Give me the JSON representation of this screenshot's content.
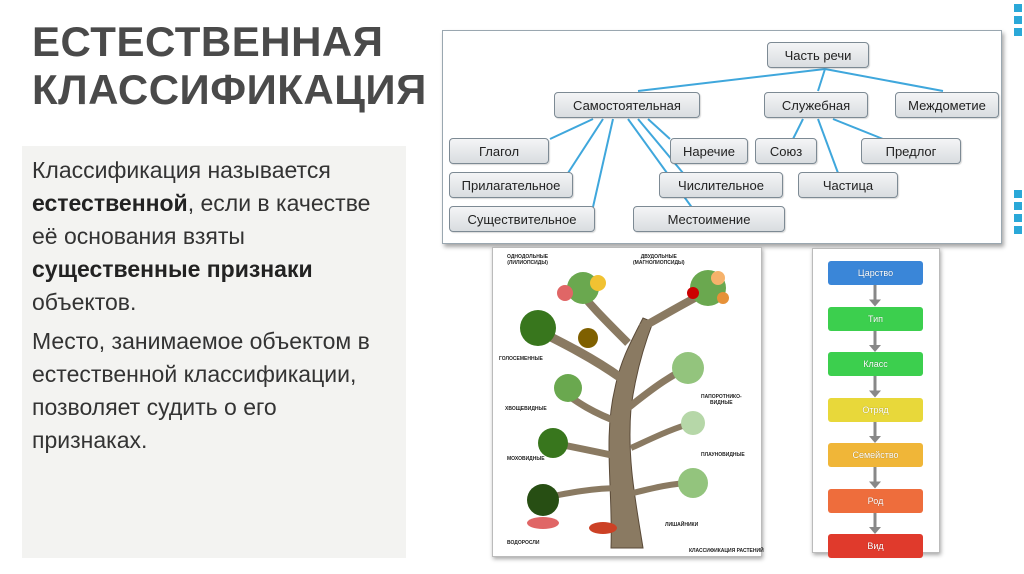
{
  "title": {
    "line1": "ЕСТЕСТВЕННАЯ",
    "line2": "КЛАССИФИКАЦИЯ"
  },
  "text": {
    "p1_a": "Классификация называется ",
    "p1_b": "естественной",
    "p1_c": ", если в качестве её основания взяты ",
    "p1_d": "существенные признаки",
    "p1_e": " объектов.",
    "p2": "Место, занимаемое объектом в естественной классификации, позволяет судить о его признаках."
  },
  "pos_diagram": {
    "root": "Часть речи",
    "independent": "Самостоятельная",
    "auxiliary": "Служебная",
    "interjection": "Междометие",
    "verb": "Глагол",
    "adjective": "Прилагательное",
    "noun": "Существительное",
    "adverb": "Наречие",
    "numeral": "Числительное",
    "pronoun": "Местоимение",
    "conjunction": "Союз",
    "particle": "Частица",
    "preposition": "Предлог"
  },
  "tree": {
    "monocots": "ОДНОДОЛЬНЫЕ\n(ЛИЛИОПСИДЫ)",
    "dicots": "ДВУДОЛЬНЫЕ\n(МАГНОЛИОПСИДЫ)",
    "gymnosperms": "ГОЛОСЕМЕННЫЕ",
    "ferns": "ПАПОРОТНИКО-\nВИДНЫЕ",
    "horsetails": "ХВОЩЕВИДНЫЕ",
    "clubmosses": "ПЛАУНОВИДНЫЕ",
    "mosses": "МОХОВИДНЫЕ",
    "lichens": "ЛИШАЙНИКИ",
    "algae": "ВОДОРОСЛИ",
    "caption": "КЛАССИФИКАЦИЯ РАСТЕНИЙ"
  },
  "hierarchy": {
    "ranks": [
      {
        "label": "Царство",
        "color": "#3a86d8"
      },
      {
        "label": "Тип",
        "color": "#3ccf4e"
      },
      {
        "label": "Класс",
        "color": "#3ccf4e"
      },
      {
        "label": "Отряд",
        "color": "#e8d83a"
      },
      {
        "label": "Семейство",
        "color": "#f0b638"
      },
      {
        "label": "Род",
        "color": "#ee6d3c"
      },
      {
        "label": "Вид",
        "color": "#e03a2c"
      }
    ]
  }
}
